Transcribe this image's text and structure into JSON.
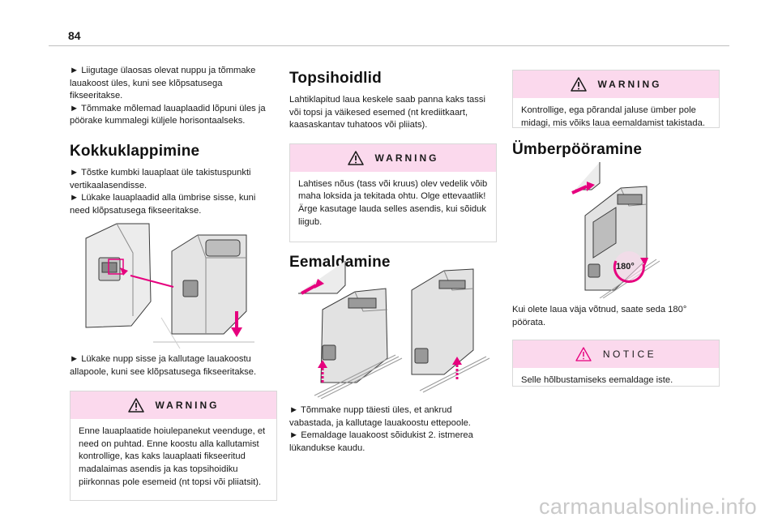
{
  "page": {
    "number": "84",
    "watermark": "carmanualsonline.info"
  },
  "col1": {
    "intro": [
      "Liigutage ülaosas olevat nuppu ja tõmmake lauakoost üles, kuni see klõpsatusega fikseeritakse.",
      "Tõmmake mõlemad lauaplaadid lõpuni üles ja pöörake kummalegi küljele horisontaalseks."
    ],
    "kokku": {
      "heading": "Kokkuklappimine",
      "bullets": [
        "Tõstke kumbki lauaplaat üle takistuspunkti vertikaalasendisse.",
        "Lükake lauaplaadid alla ümbrise sisse, kuni need klõpsatusega fikseeritakse."
      ],
      "after": "Lükake nupp sisse ja kallutage lauakoostu allapoole, kuni see klõpsatusega fikseeritakse."
    },
    "warning": {
      "title": "WARNING",
      "lines": [
        "Enne lauaplaatide hoiulepanekut veenduge, et need on puhtad. Enne koostu alla kallutamist kontrollige, kas kaks lauaplaati fikseeritud madalaimas asendis ja kas topsihoidiku piirkonnas pole esemeid (nt topsi või pliiatsit)."
      ]
    }
  },
  "col2": {
    "topsi": {
      "heading": "Topsihoidlid",
      "text": "Lahtiklapitud laua keskele saab panna kaks tassi või topsi ja väikesed esemed (nt krediitkaart, kaasaskantav tuhatoos või pliiats)."
    },
    "warning": {
      "title": "WARNING",
      "lines": [
        "Lahtises nõus (tass või kruus) olev vedelik võib maha loksida ja tekitada ohtu. Olge ettevaatlik!",
        "Ärge kasutage lauda selles asendis, kui sõiduk liigub."
      ]
    },
    "eemal": {
      "heading": "Eemaldamine",
      "bullets": [
        "Tõmmake nupp täiesti üles, et ankrud vabastada, ja kallutage lauakoostu ettepoole.",
        "Eemaldage lauakoost sõidukist 2. istmerea lükandukse kaudu."
      ]
    }
  },
  "col3": {
    "warning": {
      "title": "WARNING",
      "lines": [
        "Kontrollige, ega põrandal jaluse ümber pole midagi, mis võiks laua eemaldamist takistada."
      ]
    },
    "umber": {
      "heading": "Ümberpööramine",
      "angle_label": "180°",
      "text": "Kui olete laua väja võtnud, saate seda 180° pöörata."
    },
    "notice": {
      "title": "NOTICE",
      "lines": [
        "Selle hõlbustamiseks eemaldage iste."
      ]
    }
  }
}
